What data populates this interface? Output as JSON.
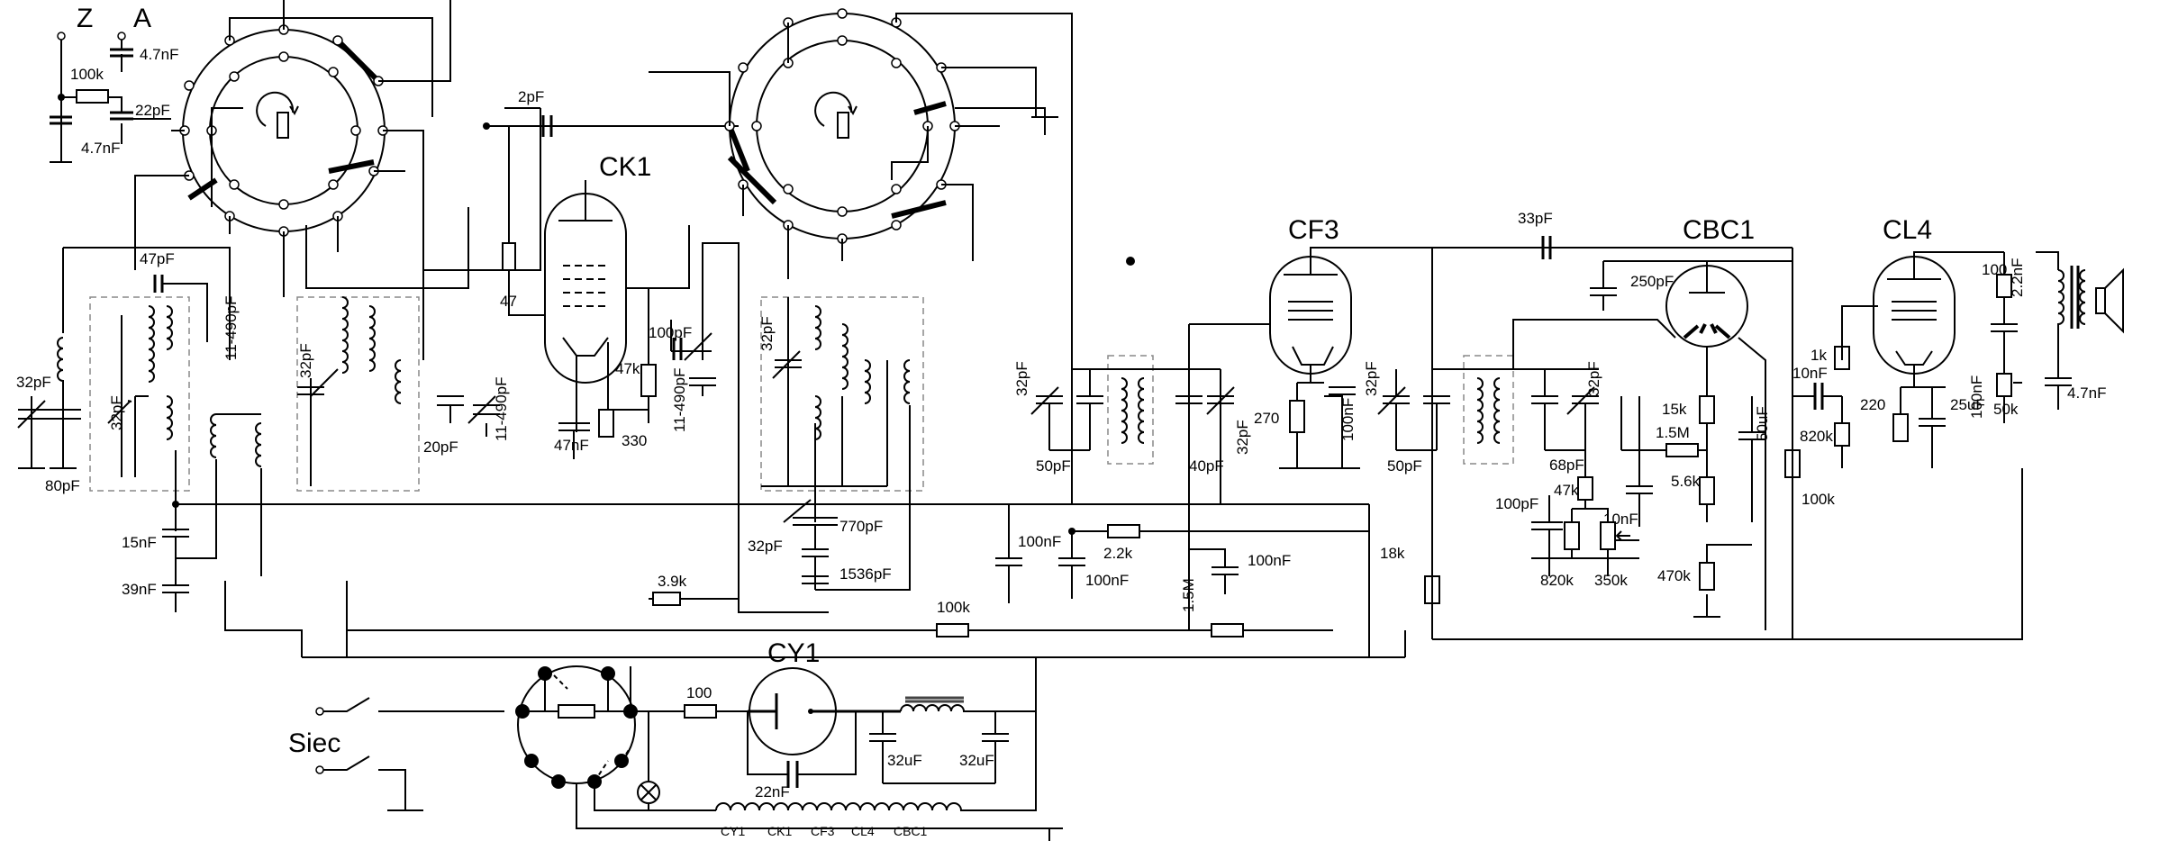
{
  "labels": {
    "top_z": "Z",
    "top_a": "A",
    "c_4n7_top": "4.7nF",
    "r_100k_top": "100k",
    "c_22p": "22pF",
    "c_4n7_left": "4.7nF",
    "c_2p": "2pF",
    "c_47p": "47pF",
    "c_11_490_a": "11-490pF",
    "c_32p_a": "32pF",
    "c_80p": "80pF",
    "c_32p_b": "32pF",
    "c_15n": "15nF",
    "c_39n": "39nF",
    "c_32p_c": "32pF",
    "c_20p": "20pF",
    "c_11_490_b": "11-490pF",
    "r_47": "47",
    "c_47n": "47nF",
    "r_330": "330",
    "c_100p_ck": "100pF",
    "r_47k_ck": "47k",
    "c_11_490_c": "11-490pF",
    "c_32p_d": "32pF",
    "c_32p_e": "32pF",
    "c_770p": "770pF",
    "c_1536p": "1536pF",
    "r_3k9": "3.9k",
    "r_100k_mid": "100k",
    "c_32p_f": "32pF",
    "c_50p_a": "50pF",
    "c_40p": "40pF",
    "c_32p_g": "32pF",
    "c_100n_a": "100nF",
    "r_2k2": "2.2k",
    "c_100n_b": "100nF",
    "c_100n_c": "100nF",
    "r_1m5_a": "1.5M",
    "r_270": "270",
    "c_100n_cf3": "100nF",
    "r_18k": "18k",
    "c_33p": "33pF",
    "c_250p": "250pF",
    "c_32p_h": "32pF",
    "c_50p_b": "50pF",
    "c_32p_i": "32pF",
    "c_68p": "68pF",
    "r_15k": "15k",
    "r_1m5_b": "1.5M",
    "c_50u": "50uF",
    "r_5k6": "5.6k",
    "r_47k_cbc": "47k",
    "c_100p_cbc": "100pF",
    "c_10n_cbc": "10nF",
    "r_820k_cbc": "820k",
    "r_350k": "350k",
    "r_470k": "470k",
    "r_100k_right": "100k",
    "c_10n_cl": "10nF",
    "r_1k": "1k",
    "r_820k_cl": "820k",
    "r_220": "220",
    "c_25u": "25uF",
    "r_100_cl": "100",
    "c_2n2": "2.2nF",
    "c_100n_cl": "100nF",
    "r_50k": "50k",
    "c_4n7_out": "4.7nF",
    "r_100_psu": "100",
    "c_22n": "22nF",
    "c_32u_a": "32uF",
    "c_32u_b": "32uF",
    "mains": "Siec"
  },
  "tubes": {
    "ck1": "CK1",
    "cf3": "CF3",
    "cbc1": "CBC1",
    "cl4": "CL4",
    "cy1": "CY1"
  },
  "heater_chain": [
    "CY1",
    "CK1",
    "CF3",
    "CL4",
    "CBC1"
  ]
}
